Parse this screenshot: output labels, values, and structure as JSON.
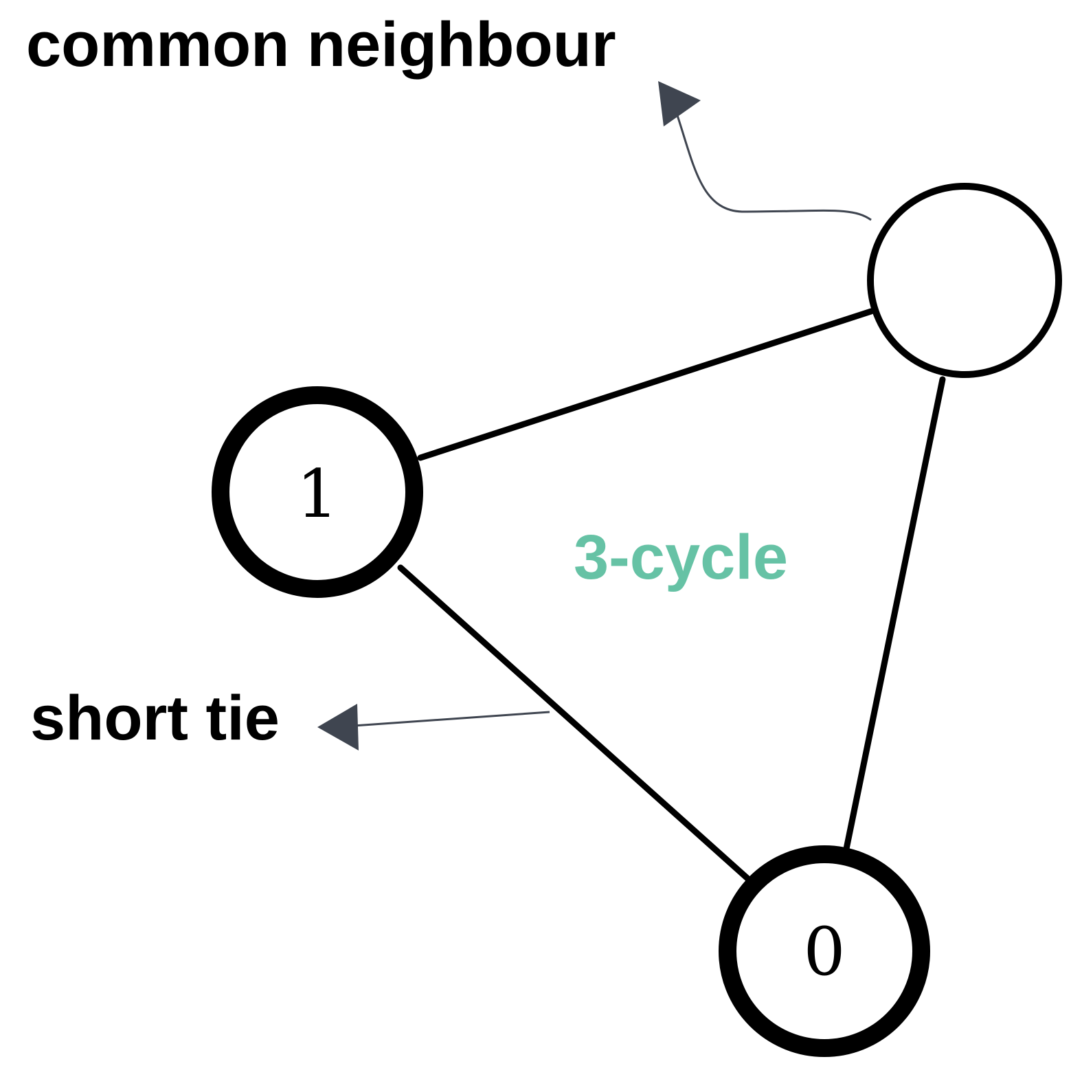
{
  "annotations": {
    "common_neighbour": "common neighbour",
    "short_tie": "short tie",
    "cycle": "3-cycle"
  },
  "nodes": {
    "node_1": {
      "label": "1",
      "emphasis": "bold"
    },
    "node_0": {
      "label": "0",
      "emphasis": "bold"
    },
    "node_top": {
      "label": "",
      "emphasis": "normal"
    }
  },
  "edges": [
    {
      "from": "node_1",
      "to": "node_top"
    },
    {
      "from": "node_top",
      "to": "node_0"
    },
    {
      "from": "node_1",
      "to": "node_0"
    }
  ],
  "colors": {
    "stroke": "#000000",
    "arrow": "#3f4550",
    "cycle_label": "#66c2a5",
    "background": "#ffffff"
  }
}
